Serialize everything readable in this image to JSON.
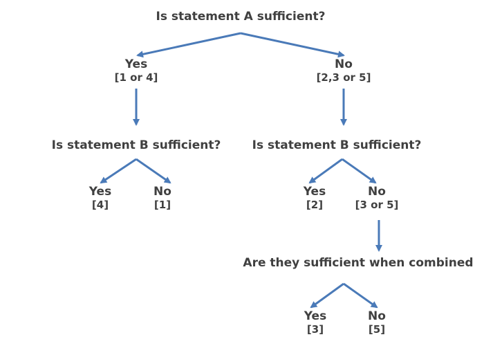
{
  "diagram": {
    "root_question": "Is statement A sufficient?",
    "a_yes": {
      "label": "Yes",
      "sub": "[1 or 4]"
    },
    "a_no": {
      "label": "No",
      "sub": "[2,3 or 5]"
    },
    "left_question": "Is statement B sufficient?",
    "right_question": "Is statement B sufficient?",
    "left_yes": {
      "label": "Yes",
      "sub": "[4]"
    },
    "left_no": {
      "label": "No",
      "sub": "[1]"
    },
    "right_yes": {
      "label": "Yes",
      "sub": "[2]"
    },
    "right_no": {
      "label": "No",
      "sub": "[3 or 5]"
    },
    "combined_question": "Are they sufficient when combined",
    "combined_yes": {
      "label": "Yes",
      "sub": "[3]"
    },
    "combined_no": {
      "label": "No",
      "sub": "[5]"
    },
    "arrow_color": "#4a7ab8"
  }
}
